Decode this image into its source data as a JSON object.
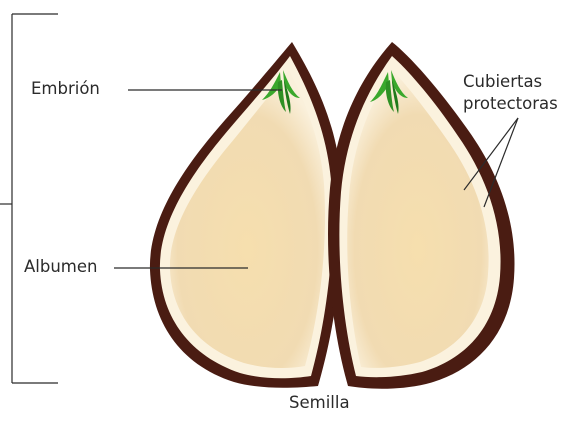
{
  "labels": {
    "embryo": "Embrión",
    "albumen": "Albumen",
    "covers_line1": "Cubiertas",
    "covers_line2": "protectoras",
    "caption": "Semilla"
  },
  "colors": {
    "coat": "#4a1c12",
    "coat_highlight": "#7a3a2a",
    "endosperm": "#f2ddb3",
    "endosperm_rim": "#fbf2de",
    "embryo": "#3aa82c",
    "embryo_dark": "#1f7a1a",
    "leader_line": "#2b2b2b"
  }
}
